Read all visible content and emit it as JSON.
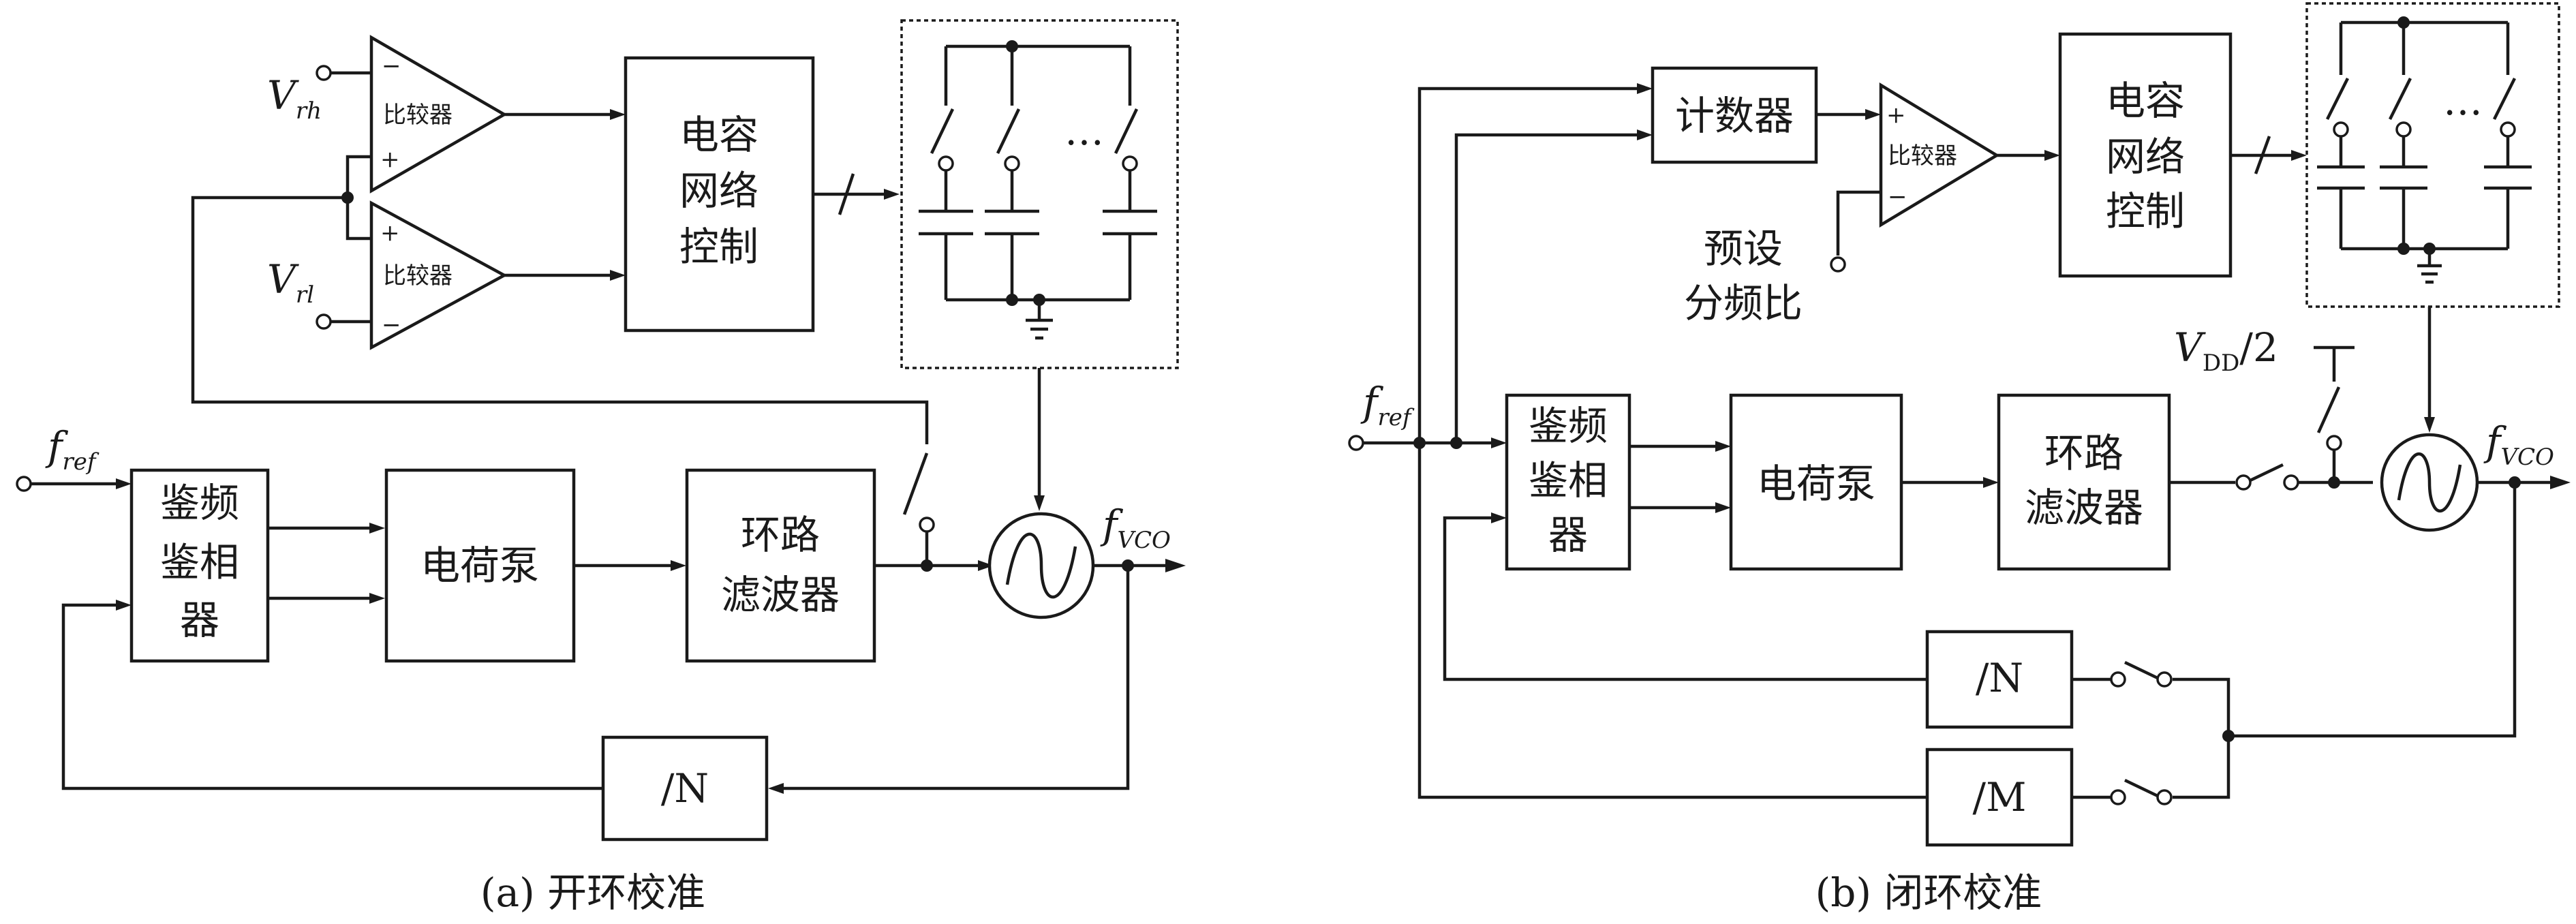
{
  "diagram_a": {
    "caption": "(a) 开环校准",
    "comparator_label": "比较器",
    "vrh": {
      "main": "V",
      "sub": "rh"
    },
    "vrl": {
      "main": "V",
      "sub": "rl"
    },
    "cap_control": [
      "电容",
      "网络",
      "控制"
    ],
    "pfd": [
      "鉴频",
      "鉴相",
      "器"
    ],
    "charge_pump": "电荷泵",
    "loop_filter": [
      "环路",
      "滤波器"
    ],
    "divider": "/N",
    "fref": {
      "main": "f",
      "sub": "ref"
    },
    "fvco": {
      "main": "f",
      "sub": "VCO"
    },
    "ellipsis": "…",
    "minus": "−",
    "plus": "+"
  },
  "diagram_b": {
    "caption": "(b) 闭环校准",
    "counter": "计数器",
    "comparator_label": "比较器",
    "preset": [
      "预设",
      "分频比"
    ],
    "cap_control": [
      "电容",
      "网络",
      "控制"
    ],
    "pfd": [
      "鉴频",
      "鉴相",
      "器"
    ],
    "charge_pump": "电荷泵",
    "loop_filter": [
      "环路",
      "滤波器"
    ],
    "divider_n": "/N",
    "divider_m": "/M",
    "vdd": {
      "main": "V",
      "sub": "DD",
      "suffix": "/2"
    },
    "fref": {
      "main": "f",
      "sub": "ref"
    },
    "fvco": {
      "main": "f",
      "sub": "VCO"
    },
    "ellipsis": "…"
  }
}
